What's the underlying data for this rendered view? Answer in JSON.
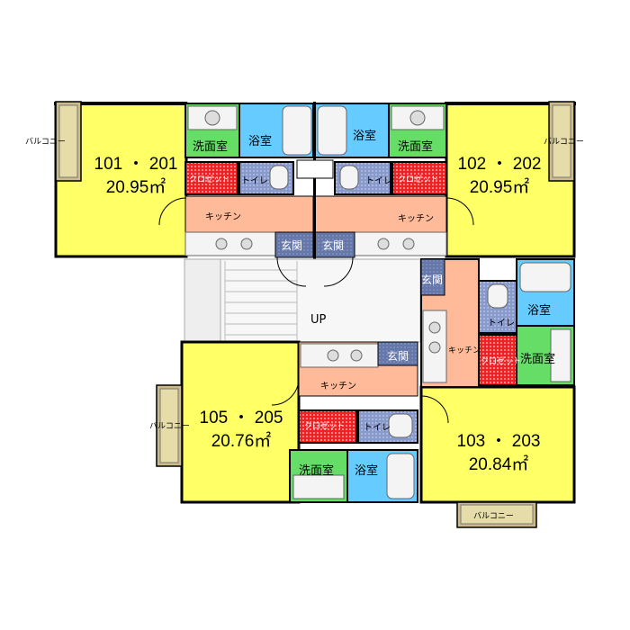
{
  "units": {
    "u101": {
      "number": "101 ・ 201",
      "area": "20.95㎡"
    },
    "u102": {
      "number": "102 ・ 202",
      "area": "20.95㎡"
    },
    "u103": {
      "number": "103 ・ 203",
      "area": "20.84㎡"
    },
    "u105": {
      "number": "105 ・ 205",
      "area": "20.76㎡"
    }
  },
  "rooms": {
    "washroom": "洗面室",
    "bath": "浴室",
    "closet": "クロゼット",
    "toilet": "トイレ",
    "kitchen": "キッチン",
    "entrance": "玄関",
    "balcony": "バルコニー",
    "stairs": "UP"
  },
  "colors": {
    "room": "#ffff66",
    "washroom": "#66dd66",
    "bath": "#66ccff",
    "closet": "#ee2222",
    "toilet": "#8899cc",
    "kitchen": "#ffbb99",
    "entrance": "#6677aa",
    "wall": "#000000",
    "balcony": "#ccbb88"
  }
}
